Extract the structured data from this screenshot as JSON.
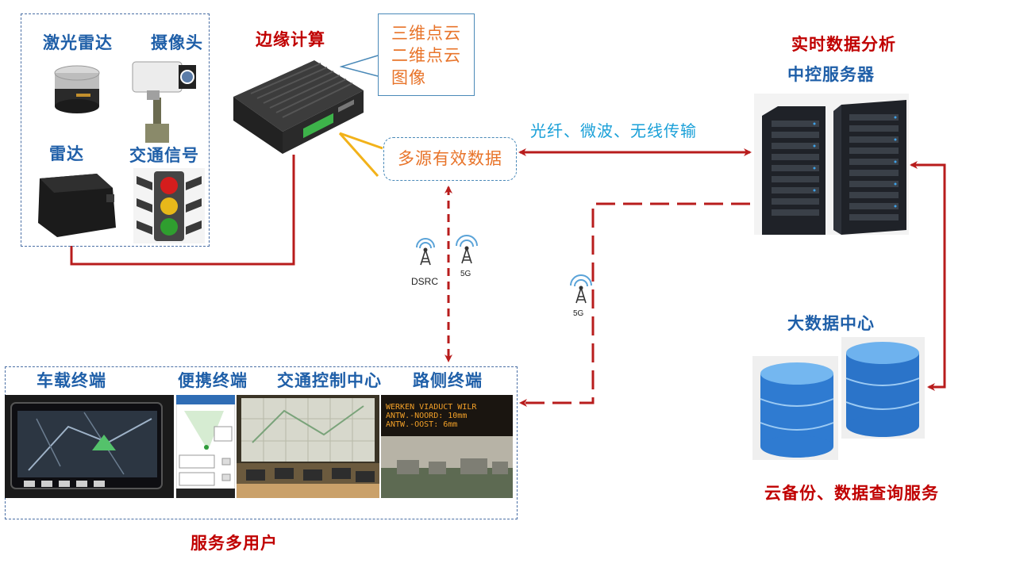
{
  "sensors": {
    "lidar": "激光雷达",
    "camera": "摄像头",
    "radar": "雷达",
    "traffic_signal": "交通信号"
  },
  "edge": {
    "title": "边缘计算",
    "callout_lines": [
      "三维点云",
      "二维点云",
      "图像"
    ],
    "multi_source": "多源有效数据"
  },
  "link_label": "光纤、微波、无线传输",
  "server": {
    "top_label": "实时数据分析",
    "name": "中控服务器"
  },
  "bigdata": {
    "title": "大数据中心",
    "caption": "云备份、数据查询服务"
  },
  "wireless": {
    "dsrc": "DSRC",
    "g5a": "5G",
    "g5b": "5G"
  },
  "terminals": {
    "vehicle": "车载终端",
    "portable": "便携终端",
    "tcc": "交通控制中心",
    "roadside": "路侧终端"
  },
  "vms": {
    "line1": "WERKEN VIADUCT WILR",
    "line2": "ANTW.-NOORD:  10mm",
    "line3": "ANTW.-OOST:   6mm"
  },
  "footer": "服务多用户",
  "colors": {
    "blue_text": "#1f5fa8",
    "red_text": "#c00000",
    "orange_text": "#e8742a",
    "arrow_red": "#b81c1c"
  }
}
